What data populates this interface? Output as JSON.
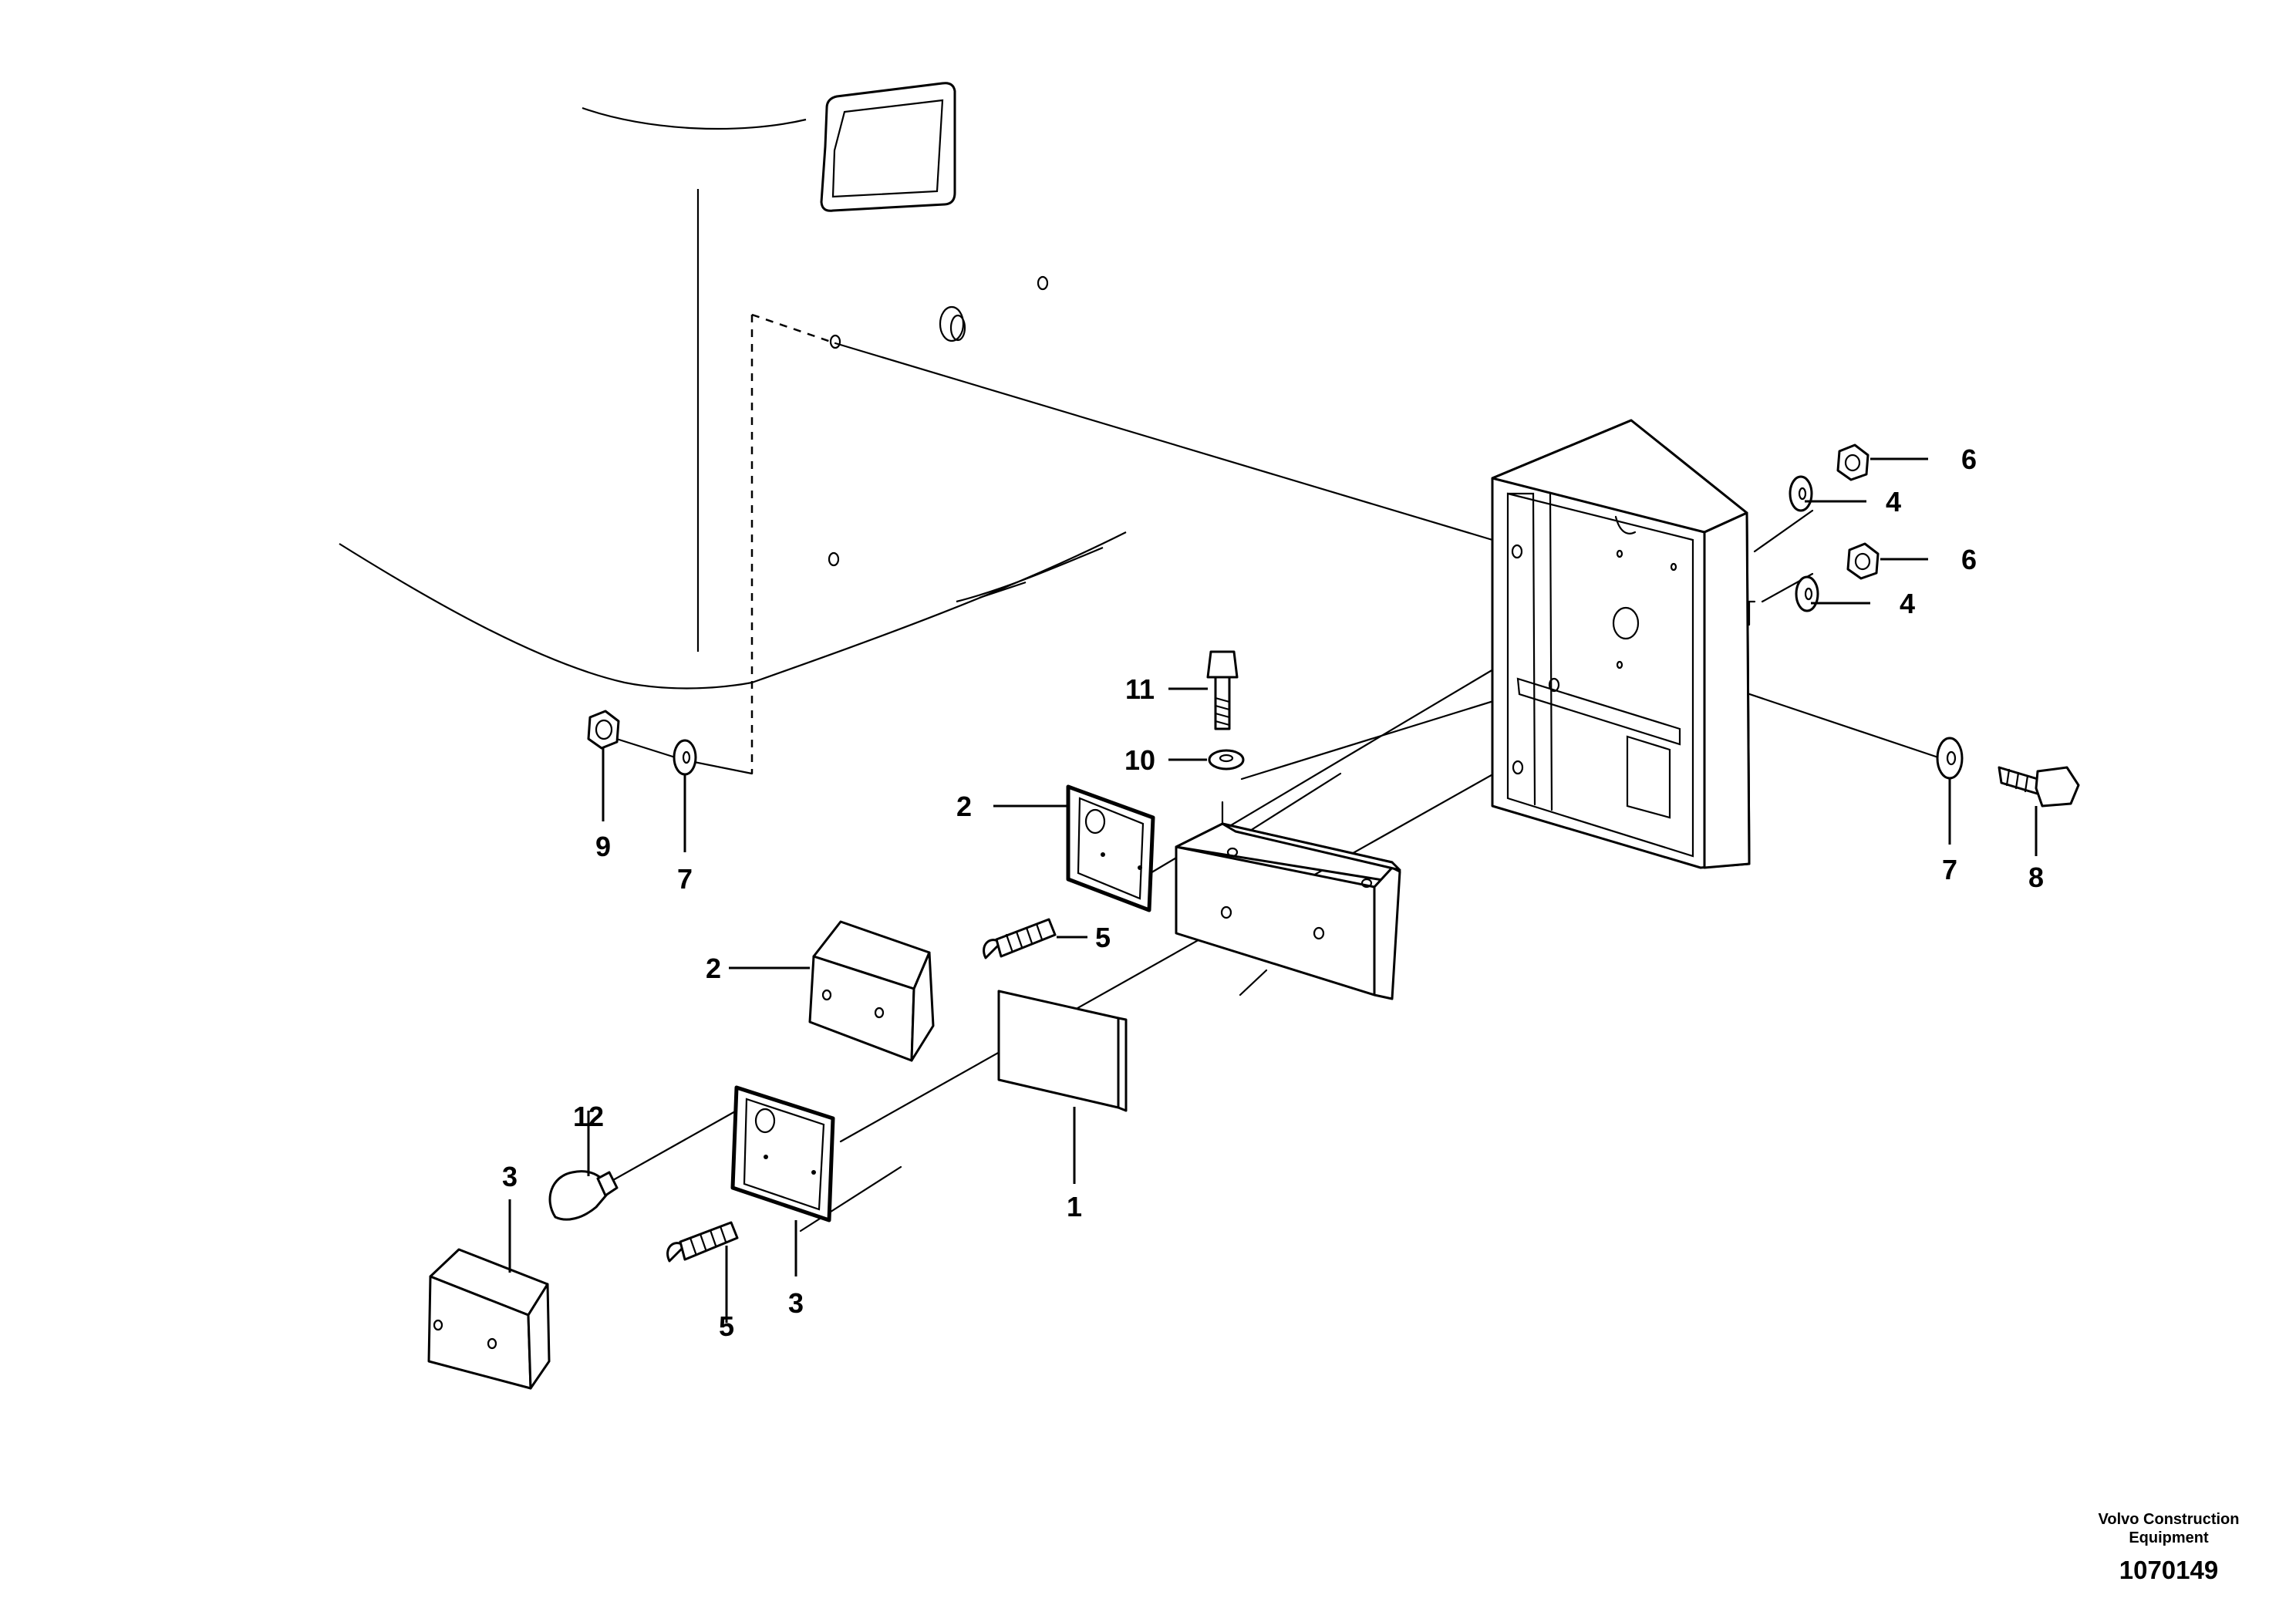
{
  "diagram": {
    "part_labels": {
      "p1": "1",
      "p2a": "2",
      "p2b": "2",
      "p3a": "3",
      "p3b": "3",
      "p4a": "4",
      "p4b": "4",
      "p5a": "5",
      "p5b": "5",
      "p6a": "6",
      "p6b": "6",
      "p7a": "7",
      "p7b": "7",
      "p8": "8",
      "p9": "9",
      "p10": "10",
      "p11": "11",
      "p12": "12"
    },
    "footer": {
      "company_line1": "Volvo Construction",
      "company_line2": "Equipment",
      "drawing_number": "1070149"
    }
  }
}
